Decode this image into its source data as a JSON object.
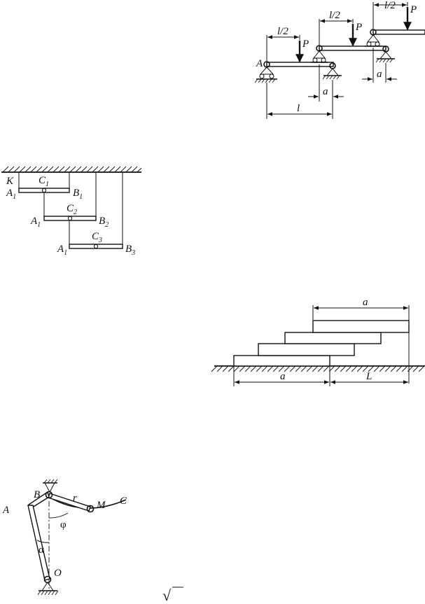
{
  "beams_figure": {
    "labels": {
      "point_A": "A",
      "load_1": "P",
      "load_2": "P",
      "load_3": "P",
      "half_span_1": "l/2",
      "half_span_2": "l/2",
      "half_span_3": "l/2",
      "offset_a_1": "a",
      "offset_a_2": "a",
      "span": "l"
    }
  },
  "hanging_rods_figure": {
    "labels": {
      "K": "K",
      "A1_row1": "A",
      "A1_row1_sub": "1",
      "C1": "C",
      "C1_sub": "1",
      "B1": "B",
      "B1_sub": "1",
      "A1_row2": "A",
      "A1_row2_sub": "1",
      "C2": "C",
      "C2_sub": "2",
      "B2": "B",
      "B2_sub": "2",
      "A1_row3": "A",
      "A1_row3_sub": "1",
      "C3": "C",
      "C3_sub": "3",
      "B3": "B",
      "B3_sub": "3"
    }
  },
  "stacked_bricks_figure": {
    "labels": {
      "top_length": "a",
      "bottom_length": "a",
      "overhang": "L"
    }
  },
  "pendulum_figure": {
    "labels": {
      "A": "A",
      "B": "B",
      "M": "M",
      "C": "C",
      "r": "r",
      "O": "O",
      "phi": "φ",
      "alpha": "α"
    }
  },
  "footer": {
    "sqrt_symbol": "√"
  }
}
